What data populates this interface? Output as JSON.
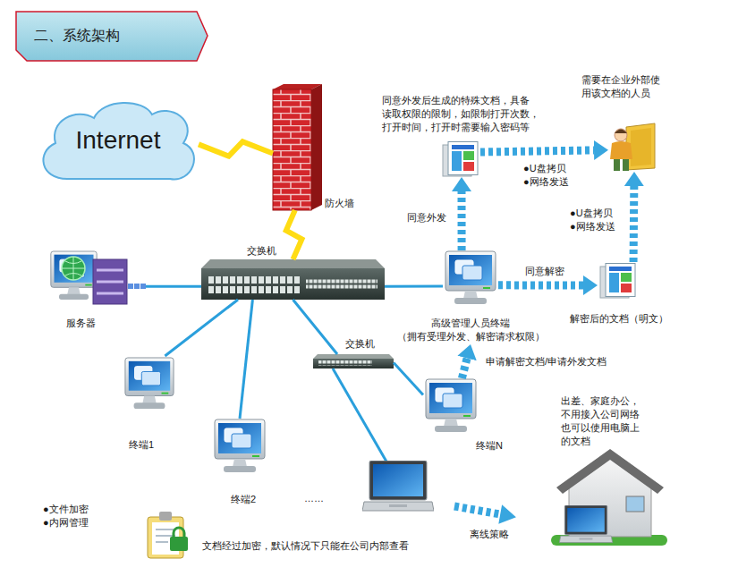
{
  "diagram": {
    "title": "二、系统架构",
    "nodes": [
      {
        "text": [
          "Internet"
        ]
      },
      {
        "text": [
          "防火墙"
        ]
      },
      {
        "text": [
          "交换机"
        ]
      },
      {
        "text": [
          "服务器"
        ]
      },
      {
        "text": [
          "高级管理人员终端",
          "（拥有受理外发、解密请求权限）"
        ]
      },
      {
        "text": [
          "同意外发后生成的特殊文档，具备 读取权限的限制，如限制打开次数， 打开时间，打开时需要输入密码等"
        ]
      },
      {
        "text": [
          "需要在企业外部使 用该文档的人员"
        ]
      },
      {
        "text": [
          "解密后的文档（明文）"
        ]
      },
      {
        "text": [
          "交换机"
        ]
      },
      {
        "text": [
          "终端1"
        ]
      },
      {
        "text": [
          "终端2"
        ]
      },
      {
        "text": [
          "终端N"
        ]
      },
      {
        "text": [
          "出差、家庭办公， 不用接入公司网络 也可以使用电脑上 的文档"
        ]
      }
    ],
    "edges": [
      {
        "from": 0,
        "to": 1,
        "arrow": "none"
      },
      {
        "from": 1,
        "to": 2,
        "arrow": "none"
      },
      {
        "from": 3,
        "to": 2,
        "arrow": "none"
      },
      {
        "from": 2,
        "to": 4,
        "arrow": "none"
      },
      {
        "from": 2,
        "to": 9,
        "arrow": "none"
      },
      {
        "from": 2,
        "to": 10,
        "arrow": "none"
      },
      {
        "from": 2,
        "to": 8,
        "arrow": "none"
      },
      {
        "from": 8,
        "to": 11,
        "arrow": "none"
      },
      {
        "from": 11,
        "to": 4,
        "label": "申请解密文档/申请外发文档",
        "arrow": "to"
      },
      {
        "from": 4,
        "to": 5,
        "label": "同意外发",
        "arrow": "to"
      },
      {
        "from": 4,
        "to": 7,
        "label": "同意解密",
        "arrow": "to"
      },
      {
        "from": 5,
        "to": 6,
        "arrow": "to"
      },
      {
        "from": 7,
        "to": 6,
        "arrow": "to"
      }
    ],
    "labels": [
      "●U盘拷贝",
      "●网络发送",
      "●U盘拷贝",
      "●网络发送",
      "……",
      "离线策略",
      "●文件加密",
      "●内网管理",
      "文档经过加密，默认情况下只能在公司内部查看"
    ]
  }
}
